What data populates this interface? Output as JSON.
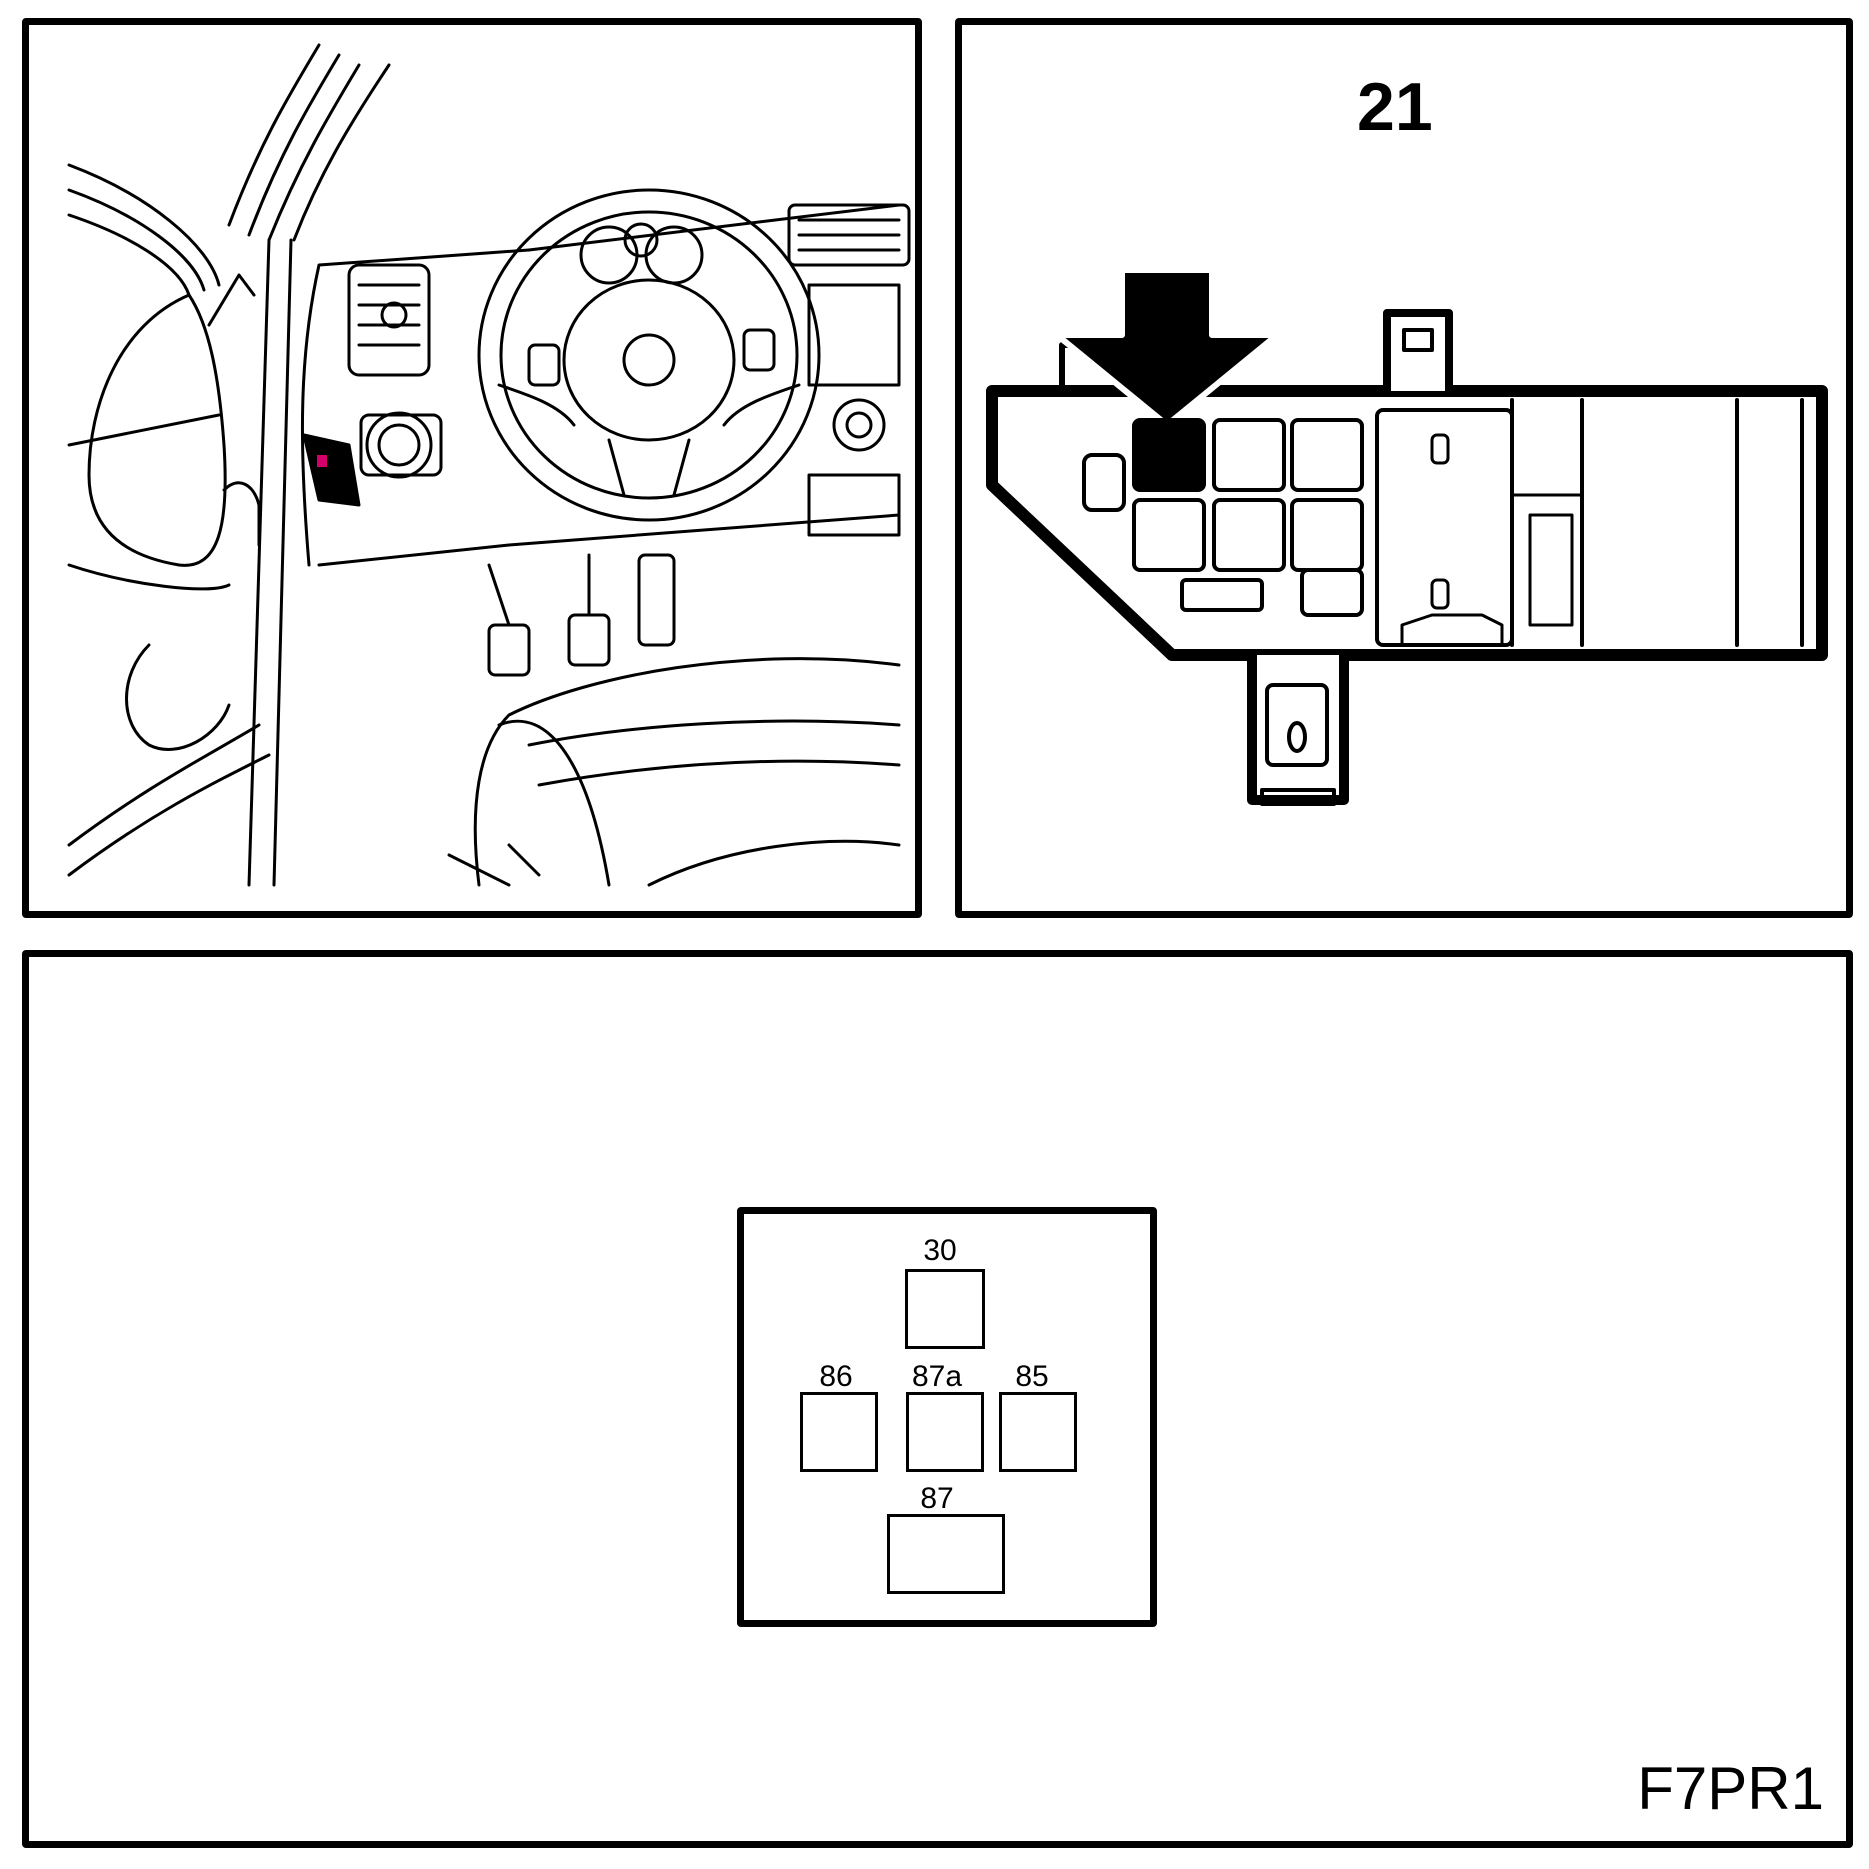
{
  "fuse_box_label": "21",
  "figure_code": "F7PR1",
  "relay_pins": {
    "pin_30": "30",
    "pin_86": "86",
    "pin_87a": "87a",
    "pin_85": "85",
    "pin_87": "87"
  },
  "colors": {
    "line": "#000000",
    "background": "#ffffff",
    "highlight": "#d4006a"
  }
}
